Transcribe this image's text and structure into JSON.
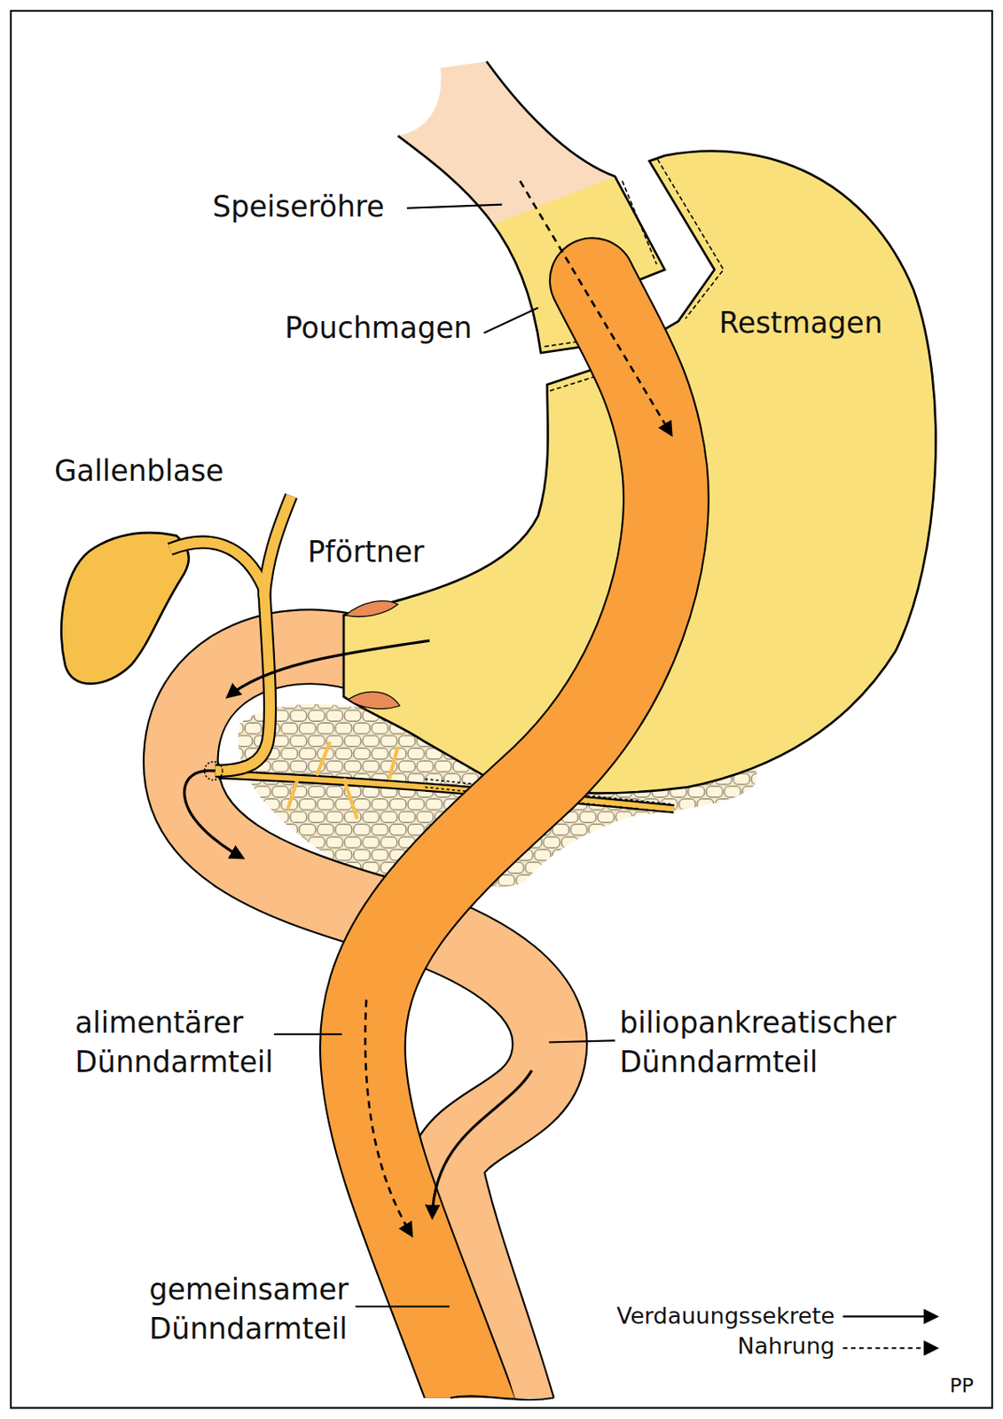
{
  "diagram": {
    "labels": [
      "Speiseröhre",
      "Pouchmagen",
      "Restmagen",
      "Gallenblase",
      "Pförtner",
      "alimentärer Dünndarmteil",
      "biliopankreatischer Dünndarmteil",
      "gemeinsamer Dünndarmteil",
      "PP"
    ],
    "legend": [
      {
        "text": "Verdauungssekrete"
      },
      {
        "text": "Nahrung"
      }
    ]
  }
}
